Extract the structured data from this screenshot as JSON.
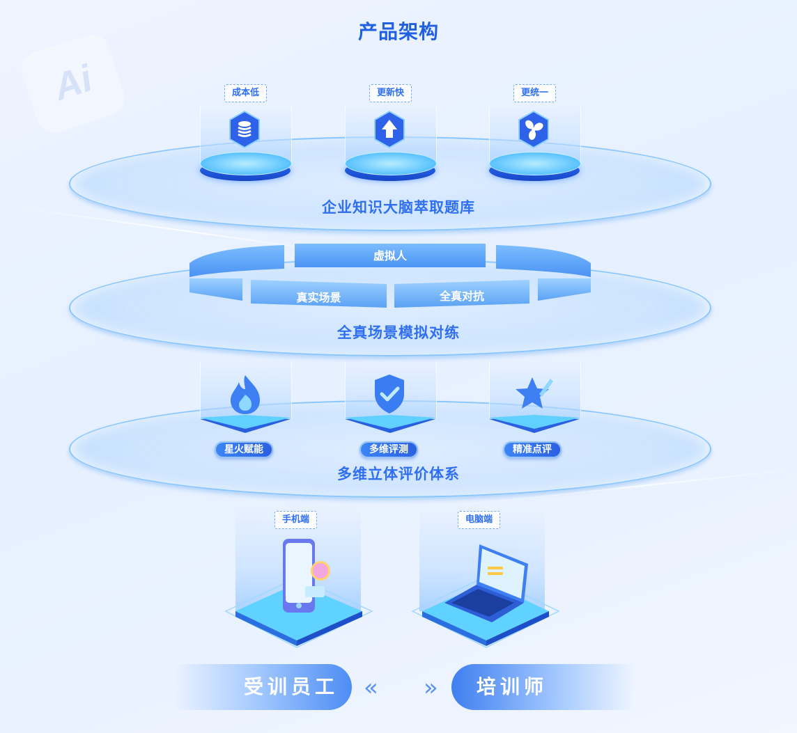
{
  "title": "产品架构",
  "layers": {
    "knowledge": {
      "label": "企业知识大脑萃取题库",
      "tags": [
        "成本低",
        "更新快",
        "更统一"
      ],
      "icons": [
        "database-icon",
        "upload-arrow-icon",
        "fan-icon"
      ]
    },
    "simulation": {
      "label": "全真场景模拟对练",
      "segments": [
        "虚拟人",
        "真实场景",
        "全真对抗"
      ]
    },
    "evaluation": {
      "label": "多维立体评价体系",
      "items": [
        "星火赋能",
        "多维评测",
        "精准点评"
      ],
      "icons": [
        "flame-icon",
        "shield-check-icon",
        "star-pen-icon"
      ]
    }
  },
  "devices": [
    "手机端",
    "电脑端"
  ],
  "roles": {
    "left": "受训员工",
    "right": "培训师"
  },
  "colors": {
    "primary": "#2f6ff0",
    "title": "#1f5fe0",
    "accent": "#58c1ff"
  }
}
